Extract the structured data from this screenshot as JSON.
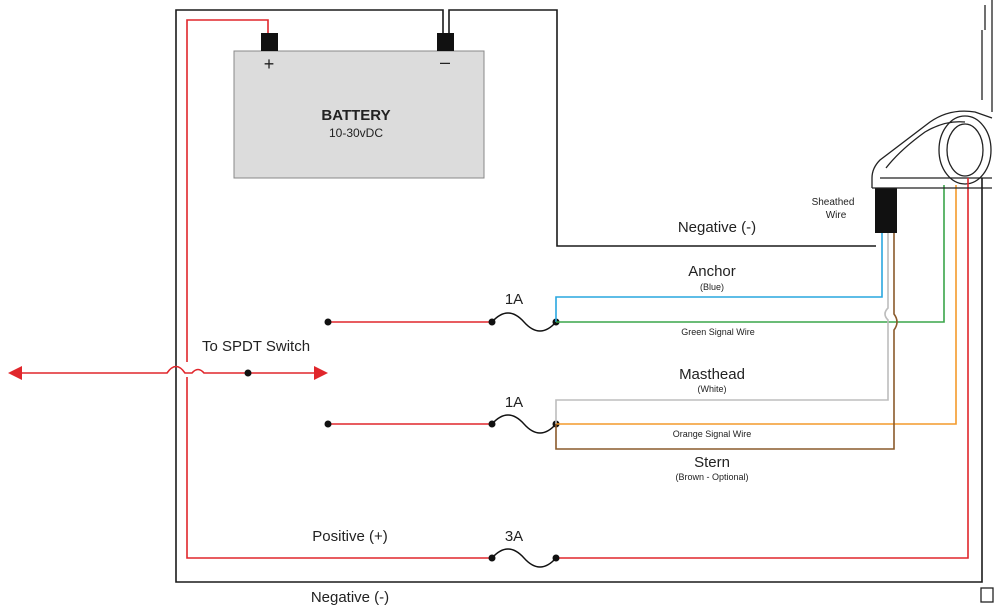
{
  "battery": {
    "title": "BATTERY",
    "voltage": "10-30vDC",
    "plus_symbol": "+",
    "minus_symbol": "–"
  },
  "labels": {
    "negative_top": "Negative (-)",
    "negative_bottom": "Negative (-)",
    "positive": "Positive (+)",
    "sheathed_line1": "Sheathed",
    "sheathed_line2": "Wire",
    "spdt": "To SPDT Switch",
    "anchor": "Anchor",
    "anchor_color": "(Blue)",
    "green_signal": "Green Signal Wire",
    "masthead": "Masthead",
    "masthead_color": "(White)",
    "orange_signal": "Orange Signal Wire",
    "stern": "Stern",
    "stern_color": "(Brown - Optional)"
  },
  "fuses": {
    "anchor": "1A",
    "masthead": "1A",
    "main": "3A"
  },
  "colors": {
    "red": "#e0262b",
    "black": "#1a1a1a",
    "blue": "#29a7df",
    "green": "#3aa54a",
    "white_wire": "#bdbdbd",
    "orange": "#f39a2b",
    "brown": "#8a5a2b",
    "battery_fill": "#dcdcdc"
  }
}
